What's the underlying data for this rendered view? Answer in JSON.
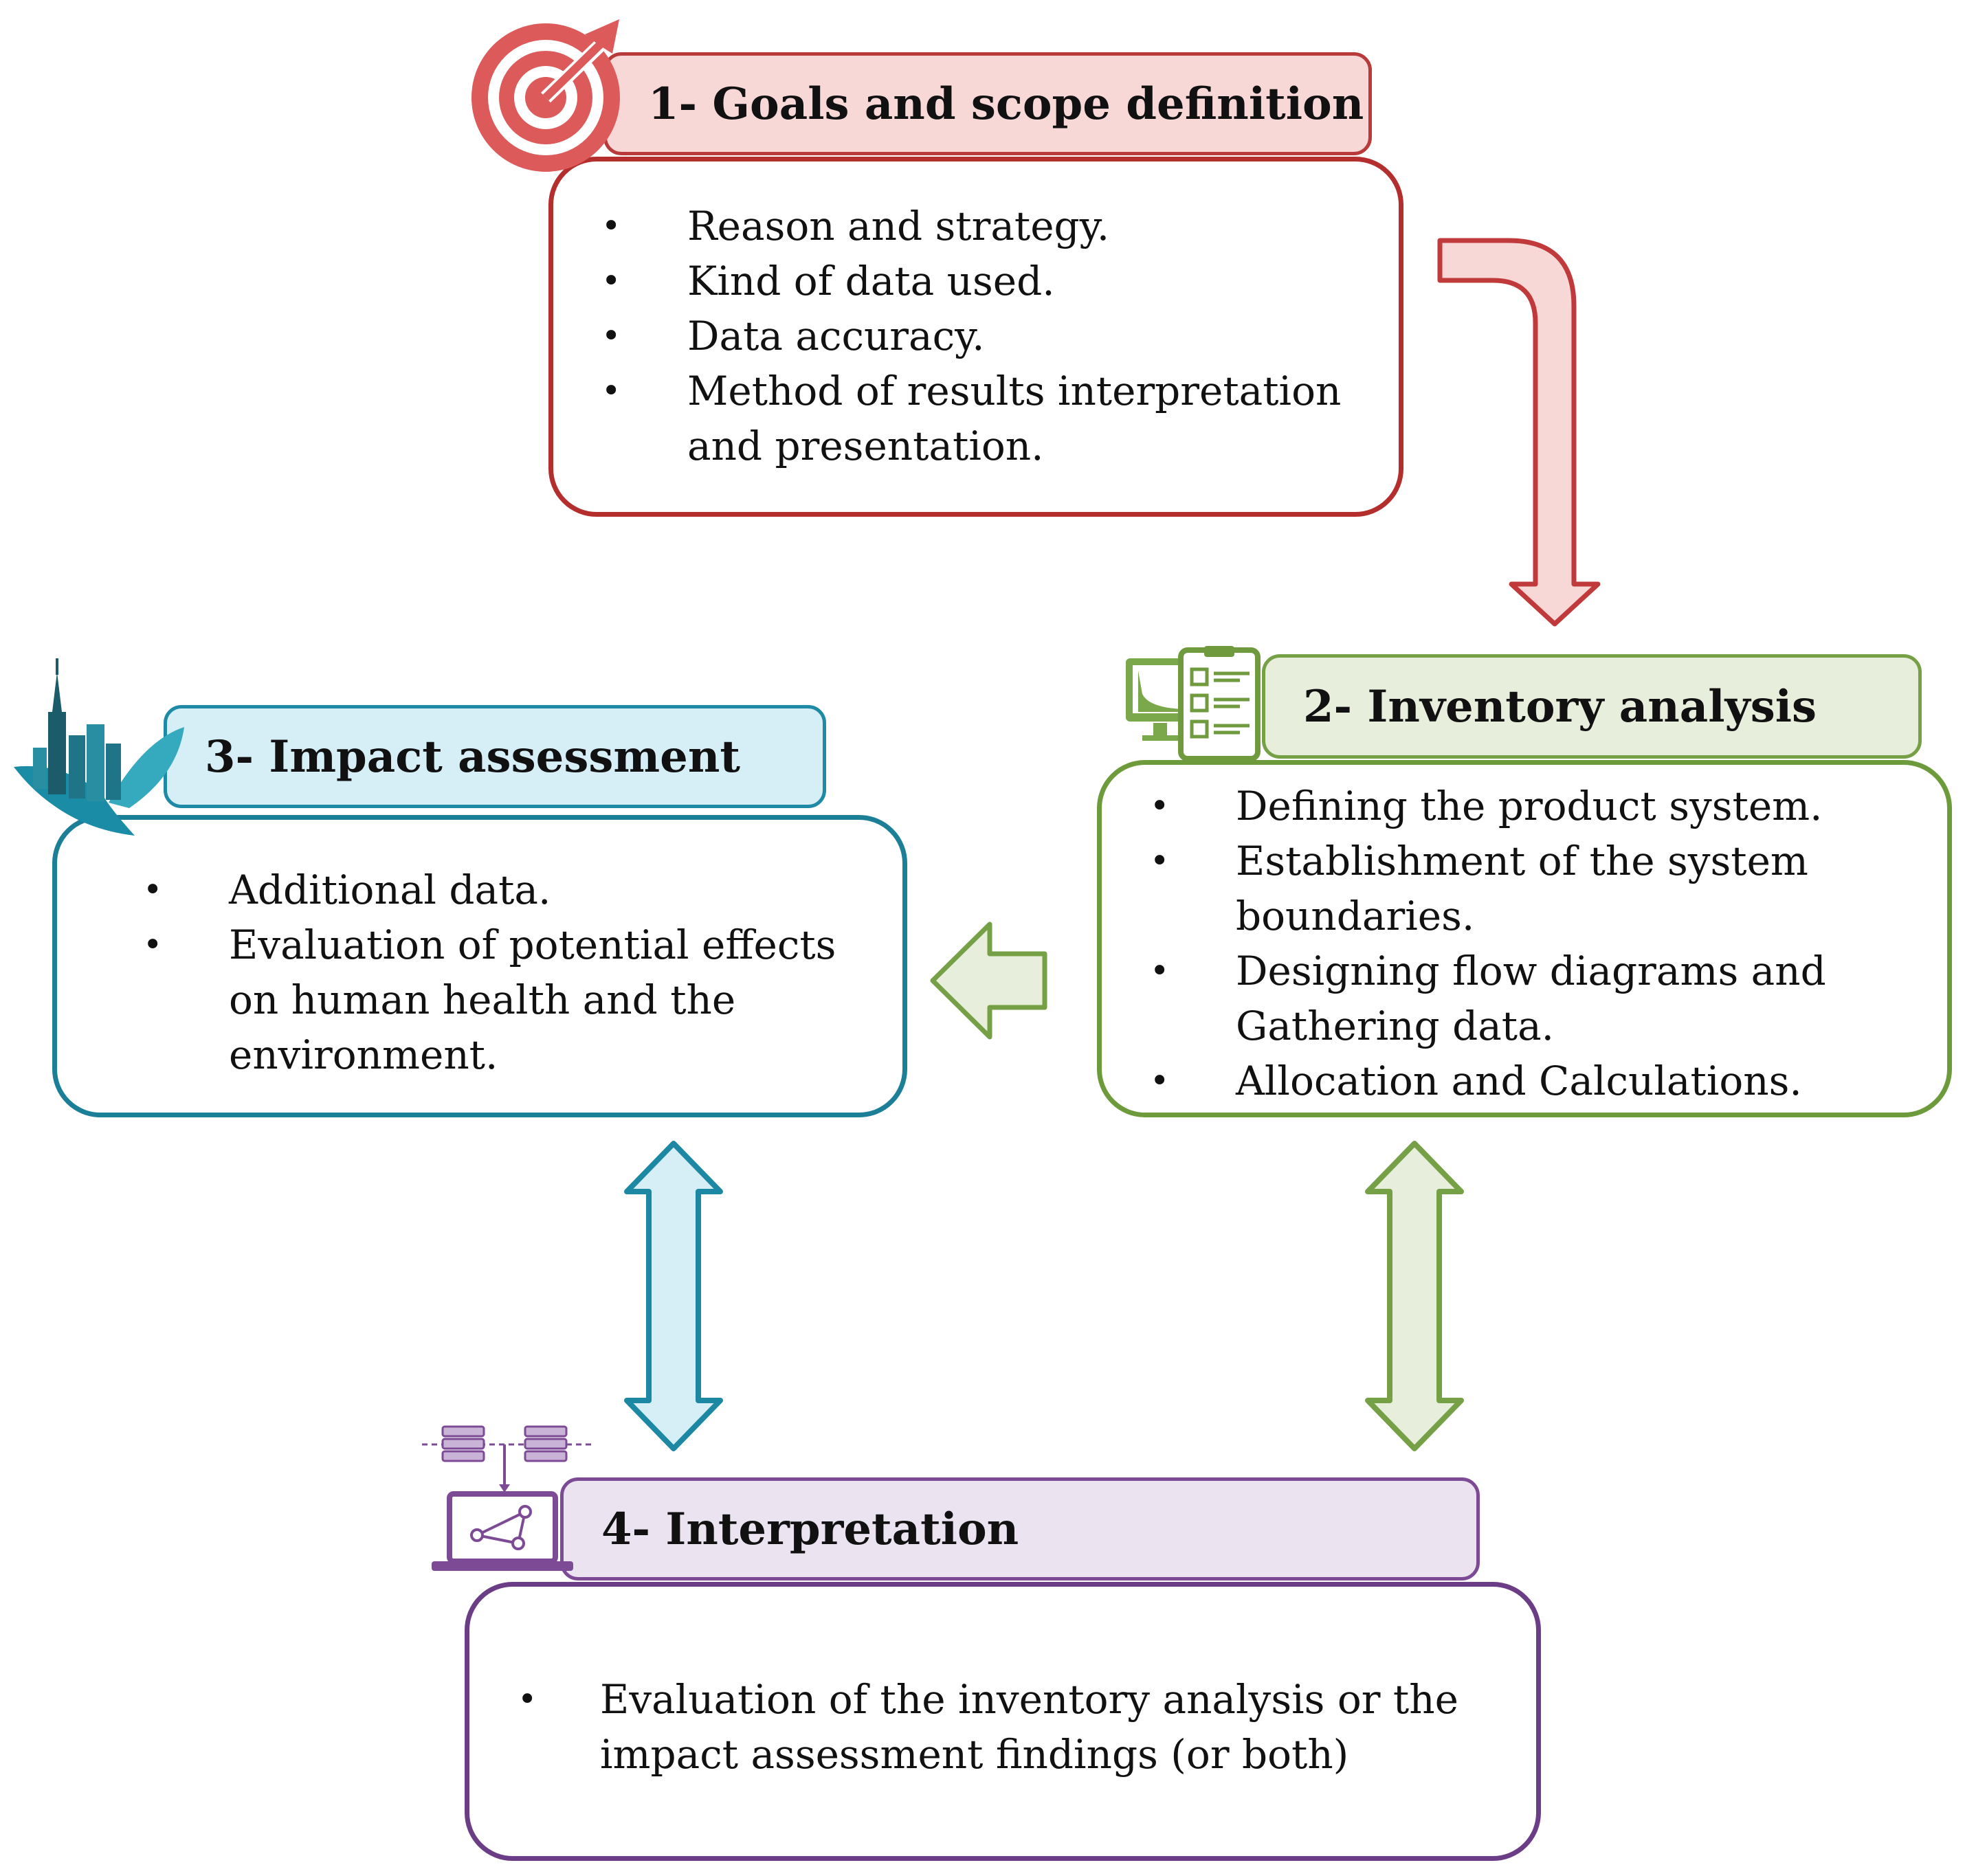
{
  "stages": [
    {
      "title": "1- Goals and scope definition",
      "items": [
        "Reason  and strategy.",
        "Kind of data used.",
        "Data accuracy.",
        "Method of results interpretation and presentation."
      ],
      "icon": "target-icon",
      "color": "#b93a3a",
      "fill": "#f8d7d7"
    },
    {
      "title": "2- Inventory analysis",
      "items": [
        "Defining the product system.",
        "Establishment of  the  system boundaries.",
        "Designing flow diagrams and Gathering data.",
        "Allocation and Calculations."
      ],
      "icon": "monitor-checklist-icon",
      "color": "#76a045",
      "fill": "#e7efdc"
    },
    {
      "title": "3- Impact assessment",
      "items": [
        "Additional data.",
        "Evaluation of potential effects on human health and the environment."
      ],
      "icon": "city-leaf-icon",
      "color": "#1f8aa6",
      "fill": "#d6eef5"
    },
    {
      "title": "4- Interpretation",
      "items": [
        "Evaluation of the inventory analysis or the impact assessment findings  (or both)"
      ],
      "icon": "database-laptop-icon",
      "color": "#7d4b96",
      "fill": "#ece3f1"
    }
  ]
}
